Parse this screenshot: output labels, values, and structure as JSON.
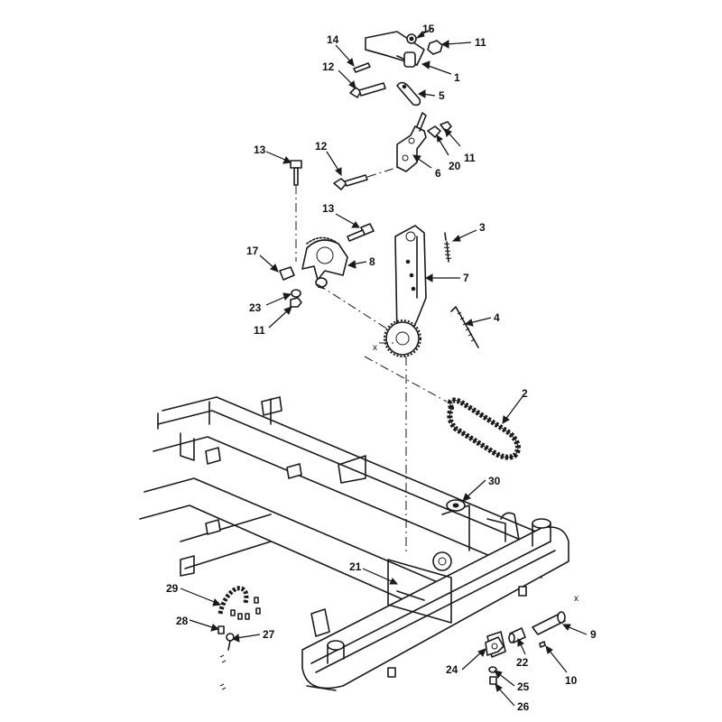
{
  "callouts": {
    "c1": "1",
    "c2": "2",
    "c3": "3",
    "c4": "4",
    "c5": "5",
    "c6": "6",
    "c7": "7",
    "c8": "8",
    "c9": "9",
    "c10": "10",
    "c11a": "11",
    "c11b": "11",
    "c11c": "11",
    "c12a": "12",
    "c12b": "12",
    "c13a": "13",
    "c13b": "13",
    "c14": "14",
    "c15": "15",
    "c17": "17",
    "c20": "20",
    "c21": "21",
    "c22": "22",
    "c23": "23",
    "c24": "24",
    "c25": "25",
    "c26": "26",
    "c27": "27",
    "c28": "28",
    "c29": "29",
    "c30": "30"
  },
  "markers": {
    "x1": "x",
    "x2": "x"
  }
}
